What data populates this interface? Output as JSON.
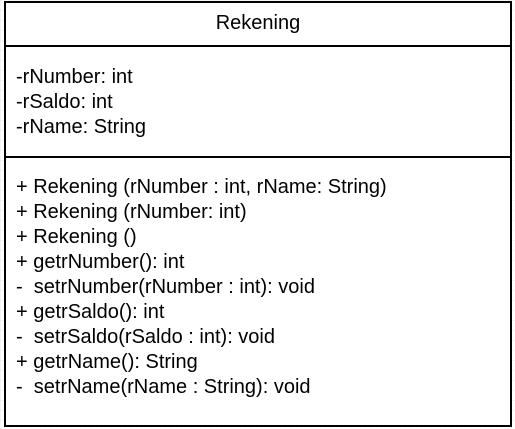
{
  "class": {
    "name": "Rekening",
    "attributes": [
      "-rNumber: int",
      "-rSaldo: int",
      "-rName: String"
    ],
    "operations": [
      "+ Rekening (rNumber : int, rName: String)",
      "+ Rekening (rNumber: int)",
      "+ Rekening ()",
      "+ getrNumber(): int",
      "-  setrNumber(rNumber : int): void",
      "+ getrSaldo(): int",
      "-  setrSaldo(rSaldo : int): void",
      "+ getrName(): String",
      "-  setrName(rName : String): void"
    ]
  },
  "colors": {
    "border": "#000000",
    "background": "#ffffff",
    "text": "#000000"
  }
}
